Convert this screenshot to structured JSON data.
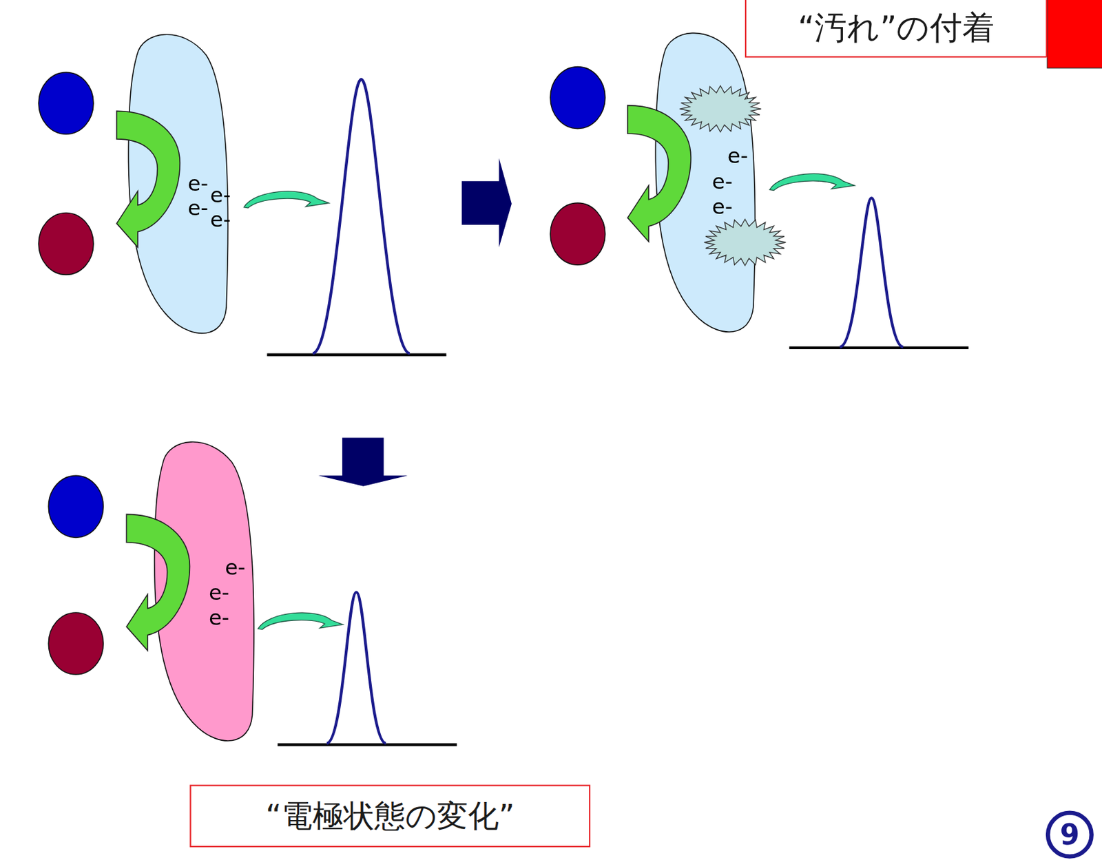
{
  "diagram": {
    "nodes": [
      {
        "text": [
          "“汚れ”の付着"
        ]
      },
      {
        "text": [
          "e-",
          "e-",
          "e-",
          "e-"
        ]
      },
      {
        "text": [
          "e-",
          "e-",
          "e-"
        ]
      },
      {
        "text": [
          "e-",
          "e-",
          "e-"
        ]
      },
      {
        "text": [
          "“電極状態の変化”"
        ]
      }
    ],
    "labels": [
      "9"
    ]
  }
}
